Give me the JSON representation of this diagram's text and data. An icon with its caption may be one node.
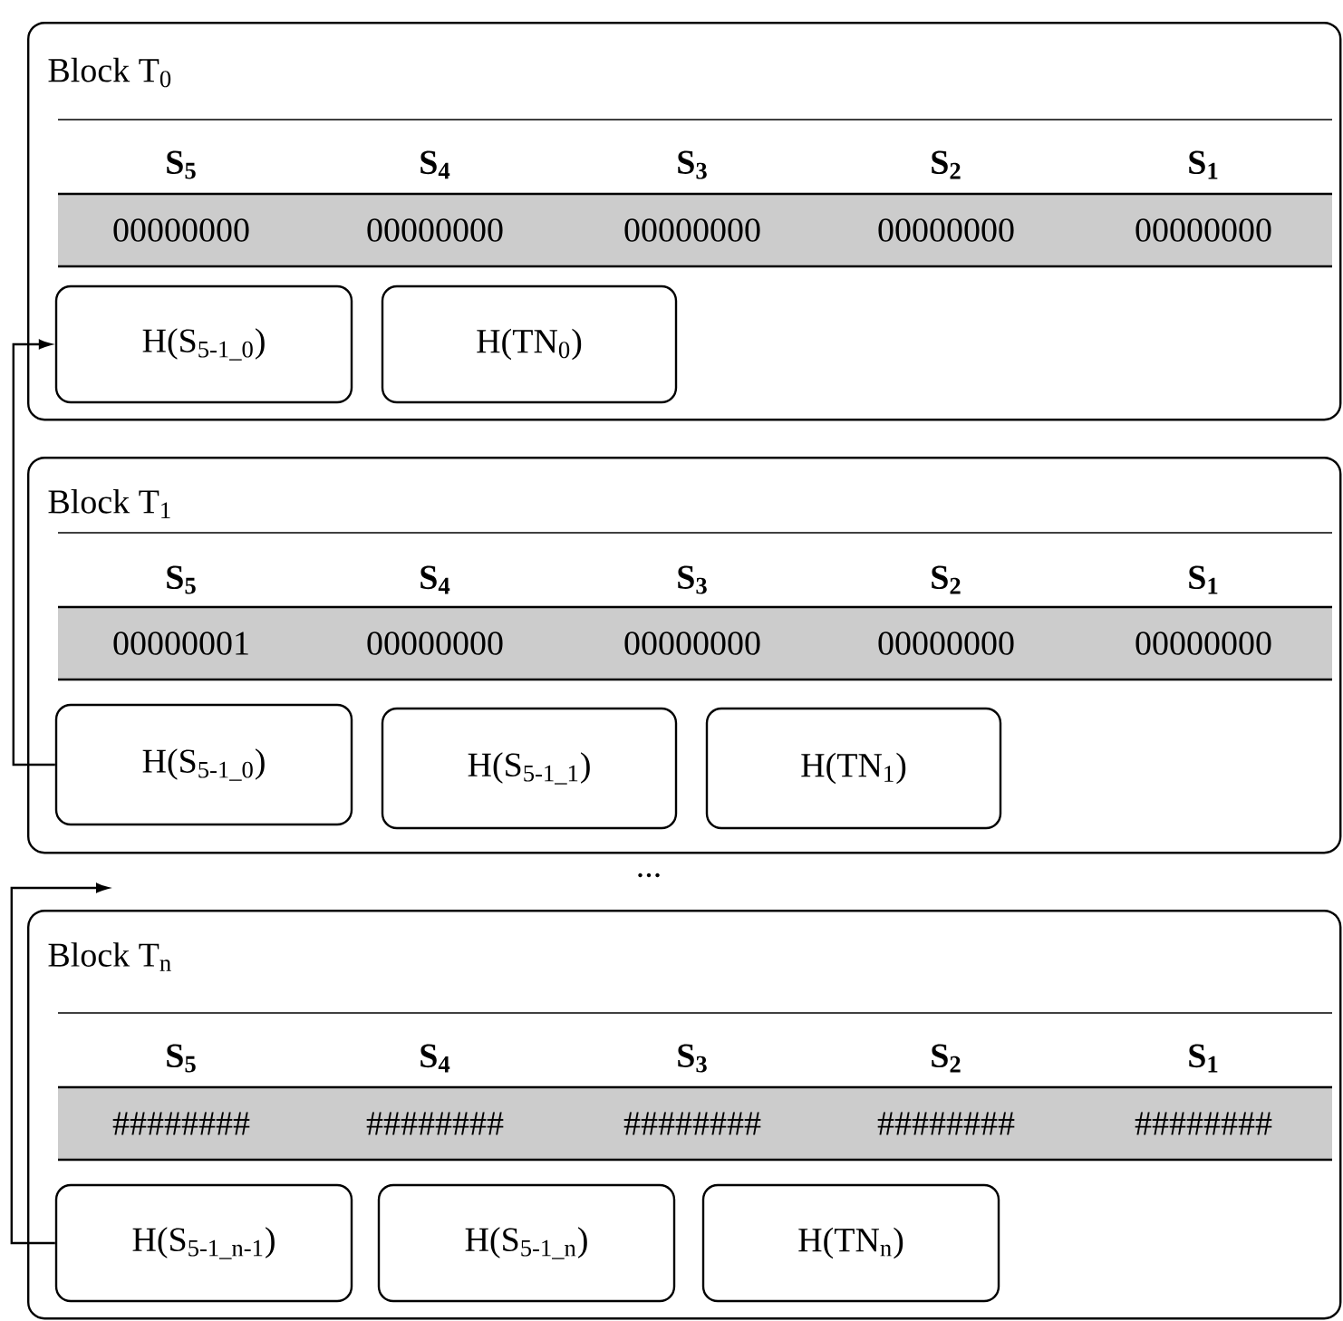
{
  "diagram": {
    "nodes": [
      {
        "text": [
          "Block T$_{0}$"
        ]
      },
      {
        "text": [
          "H(S$_{5-1_0}$)"
        ],
        "in": 0
      },
      {
        "text": [
          "H(TN$_{0}$)"
        ],
        "in": 0
      },
      {
        "text": [
          "Block T$_{1}$"
        ]
      },
      {
        "text": [
          "H(S$_{5-1_0}$)"
        ],
        "in": 3
      },
      {
        "text": [
          "H(S$_{5-1_1}$)"
        ],
        "in": 3
      },
      {
        "text": [
          "H(TN$_{1}$)"
        ],
        "in": 3
      },
      {
        "text": [
          "Block T$_{n}$"
        ]
      },
      {
        "text": [
          "H(S$_{5-1_n-1}$)"
        ],
        "in": 7
      },
      {
        "text": [
          "H(S$_{5-1_n}$)"
        ],
        "in": 7
      },
      {
        "text": [
          "H(TN$_{n}$)"
        ],
        "in": 7
      }
    ],
    "edges": [
      {
        "from": 4,
        "to": 1,
        "arrow": "to"
      },
      {
        "from": 8,
        "to": null,
        "arrow": "to"
      }
    ],
    "labels": [
      "S$_{5}$",
      "S$_{4}$",
      "S$_{3}$",
      "S$_{2}$",
      "S$_{1}$",
      "00000000",
      "00000000",
      "00000000",
      "00000000",
      "00000000",
      "S$_{5}$",
      "S$_{4}$",
      "S$_{3}$",
      "S$_{2}$",
      "S$_{1}$",
      "00000001",
      "00000000",
      "00000000",
      "00000000",
      "00000000",
      "...",
      "S$_{5}$",
      "S$_{4}$",
      "S$_{3}$",
      "S$_{2}$",
      "S$_{1}$",
      "########",
      "########",
      "########",
      "########",
      "########"
    ]
  }
}
